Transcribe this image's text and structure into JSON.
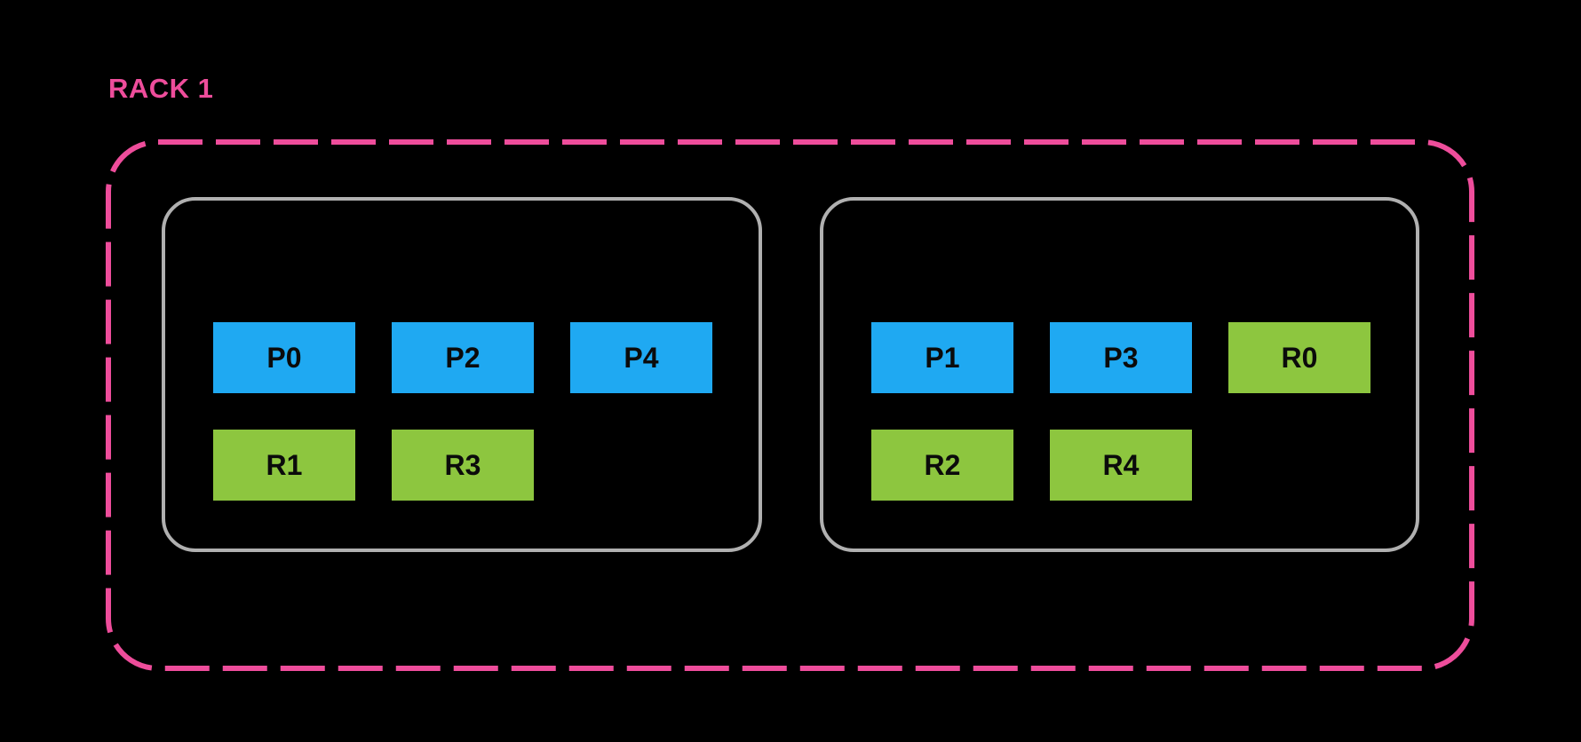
{
  "diagram": {
    "rack_label": "RACK 1"
  },
  "colors": {
    "rack_pink": "#EE4D9B",
    "primary_blue": "#1FA9F2",
    "replica_green": "#8DC63F",
    "node_border_gray": "#B0B0B0",
    "background": "#000000",
    "shard_text": "#0B0B0B"
  },
  "rack": {
    "nodes": [
      {
        "row1": [
          {
            "label": "P0",
            "role": "primary"
          },
          {
            "label": "P2",
            "role": "primary"
          },
          {
            "label": "P4",
            "role": "primary"
          }
        ],
        "row2": [
          {
            "label": "R1",
            "role": "replica"
          },
          {
            "label": "R3",
            "role": "replica"
          }
        ]
      },
      {
        "row1": [
          {
            "label": "P1",
            "role": "primary"
          },
          {
            "label": "P3",
            "role": "primary"
          },
          {
            "label": "R0",
            "role": "replica"
          }
        ],
        "row2": [
          {
            "label": "R2",
            "role": "replica"
          },
          {
            "label": "R4",
            "role": "replica"
          }
        ]
      }
    ]
  }
}
